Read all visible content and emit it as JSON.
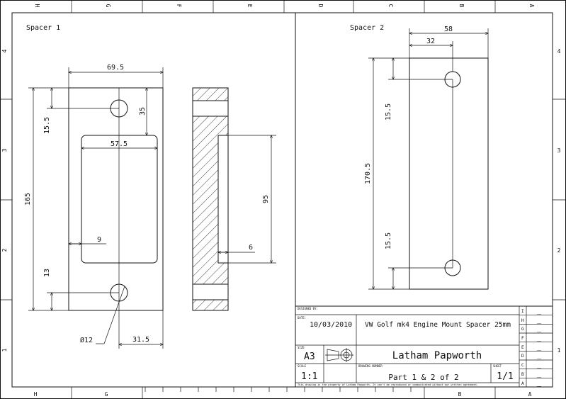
{
  "border": {
    "top_letters": [
      "H",
      "G",
      "F",
      "E",
      "D",
      "C",
      "B",
      "A"
    ],
    "bottom_letters": [
      "H",
      "G",
      "B",
      "A"
    ],
    "side_numbers": [
      "4",
      "3",
      "2",
      "1"
    ]
  },
  "views": {
    "spacer1": {
      "title": "Spacer 1",
      "dims": {
        "width": "69.5",
        "height": "165",
        "hole_top": "15.5",
        "cutout_top": "35",
        "cutout_width": "57.5",
        "cutout_side": "9",
        "hole_bottom": "13",
        "hole_dia": "Ø12",
        "hole_offset": "31.5"
      }
    },
    "side": {
      "dims": {
        "recess_len": "95",
        "recess_depth": "6"
      }
    },
    "spacer2": {
      "title": "Spacer 2",
      "dims": {
        "width": "58",
        "hole_offset": "32",
        "height": "170.5",
        "hole_top": "15.5",
        "hole_bottom": "15.5"
      }
    }
  },
  "title_block": {
    "designed_by_label": "DESIGNED BY:",
    "date_label": "DATE:",
    "date": "10/03/2010",
    "title": "VW Golf mk4 Engine Mount Spacer 25mm",
    "size_label": "SIZE",
    "size": "A3",
    "author": "Latham Papworth",
    "scale_label": "SCALE",
    "scale": "1:1",
    "drawing_number_label": "DRAWING NUMBER",
    "drawing_number": "Part 1 & 2 of 2",
    "sheet_label": "SHEET",
    "sheet": "1/1",
    "notice": "This drawing is the property of Latham Papworth. It can't be reproduced or communicated without our written agreement.",
    "revisions": [
      {
        "letter": "I",
        "value": "_"
      },
      {
        "letter": "H",
        "value": "_"
      },
      {
        "letter": "G",
        "value": "_"
      },
      {
        "letter": "F",
        "value": "_"
      },
      {
        "letter": "E",
        "value": "_"
      },
      {
        "letter": "D",
        "value": "_"
      },
      {
        "letter": "C",
        "value": "_"
      },
      {
        "letter": "B",
        "value": "_"
      },
      {
        "letter": "A",
        "value": "_"
      }
    ]
  }
}
